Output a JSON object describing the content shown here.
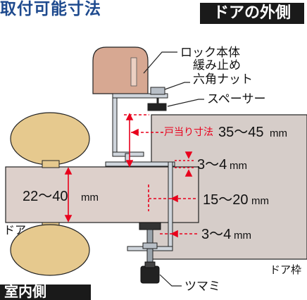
{
  "header": {
    "title": "取付可能寸法",
    "outside_tag": "ドアの外側",
    "inside_tag": "室内側"
  },
  "labels": {
    "lock_body": "ロック本体",
    "nut_line1": "緩み止め",
    "nut_line2": "六角ナット",
    "spacer": "スペーサー",
    "stop_label": "戸当り寸法",
    "stop_value": "35〜45",
    "stop_unit": "mm",
    "gap_value": "3〜4",
    "gap_unit": "mm",
    "door_thickness_value": "22〜40",
    "door_thickness_unit": "mm",
    "offset_value": "15〜20",
    "offset_unit": "mm",
    "gap2_value": "3〜4",
    "gap2_unit": "mm",
    "door": "ドア",
    "door_frame": "ドア枠",
    "knob": "ツマミ"
  },
  "colors": {
    "title": "#1e4a8e",
    "lock": "#d7a892",
    "door": "#ddd0cb",
    "frame": "#d6cdc9",
    "knob": "#e6c98e",
    "accent": "#e8001c"
  }
}
